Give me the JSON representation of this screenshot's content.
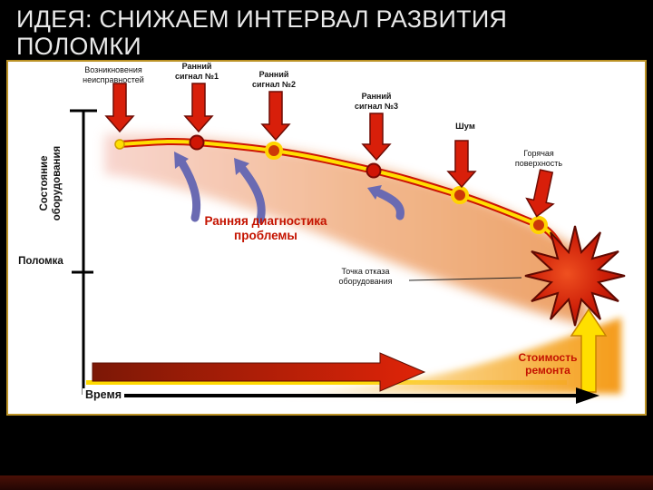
{
  "slide": {
    "title": "ИДЕЯ: СНИЖАЕМ ИНТЕРВАЛ РАЗВИТИЯ ПОЛОМКИ"
  },
  "diagram": {
    "axes": {
      "y_label": "Состояние оборудования",
      "x_label": "Время",
      "breakdown": "Поломка"
    },
    "labels": {
      "fault_origin": "Возникновения неисправностей",
      "early_signal_1": "Ранний сигнал №1",
      "early_signal_2": "Ранний сигнал №2",
      "early_signal_3": "Ранний сигнал №3",
      "noise": "Шум",
      "hot_surface": "Горячая поверхность",
      "early_diagnostics": "Ранняя диагностика проблемы",
      "failure_point": "Точка отказа оборудования",
      "repair_cost": "Стоимость ремонта"
    },
    "colors": {
      "background": "#000000",
      "panel": "#ffffff",
      "panel_border": "#bb9225",
      "title_text": "#e9e9e9",
      "curve_yellow": "#ffdf00",
      "curve_red": "#cc1505",
      "signal_arrow_red": "#d81f0a",
      "diagnostic_arrow_purple": "#6a6ab2",
      "alert_text_red": "#c41300",
      "interval_band_pink": "#f2b488",
      "cost_glow_orange": "#f49a18"
    }
  }
}
